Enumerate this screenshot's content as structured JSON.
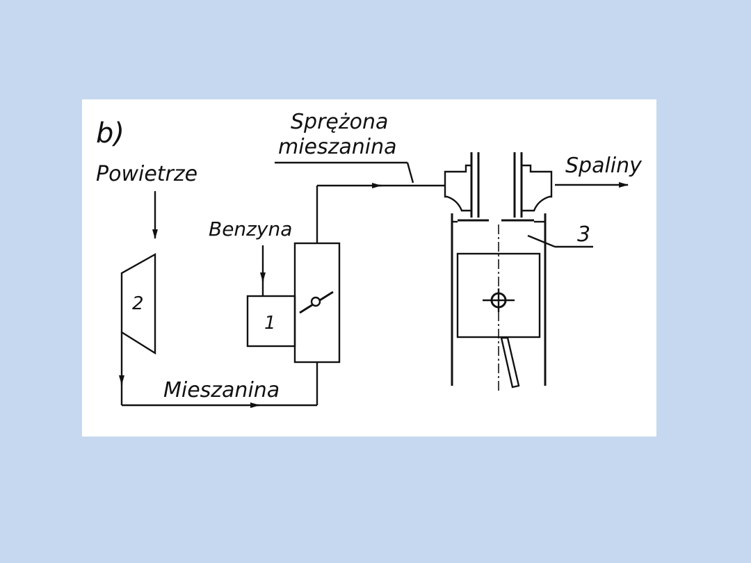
{
  "diagram": {
    "panel_label": "b)",
    "labels": {
      "air": "Powietrze",
      "mixture": "Mieszanina",
      "petrol": "Benzyna",
      "compressed_line1": "Sprężona",
      "compressed_line2": "mieszanina",
      "exhaust": "Spaliny"
    },
    "components": {
      "compressor": "2",
      "carburetor": "1",
      "cylinder": "3"
    }
  }
}
